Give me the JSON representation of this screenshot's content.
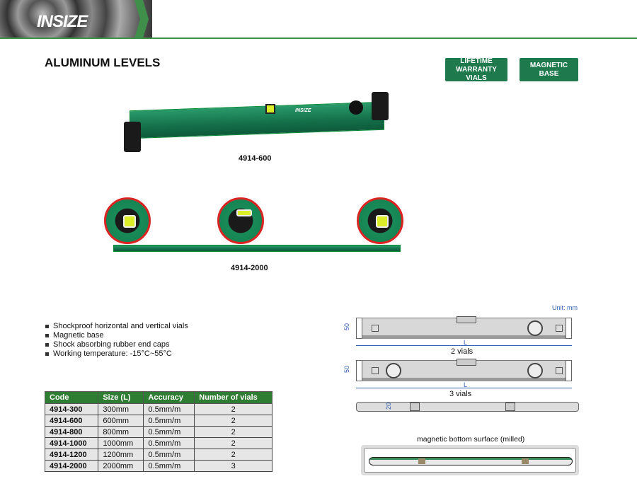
{
  "header": {
    "logo": "INSIZE"
  },
  "title": "ALUMINUM LEVELS",
  "badges": [
    {
      "label": "LIFETIME WARRANTY VIALS"
    },
    {
      "label": "MAGNETIC BASE"
    }
  ],
  "images": {
    "model_a": "4914-600",
    "model_b": "4914-2000"
  },
  "features": [
    "Shockproof horizontal and vertical vials",
    "Magnetic base",
    "Shock absorbing rubber end caps",
    "Working temperature: -15°C~55°C"
  ],
  "table": {
    "headers": [
      "Code",
      "Size (L)",
      "Accuracy",
      "Number of vials"
    ],
    "rows": [
      [
        "4914-300",
        "300mm",
        "0.5mm/m",
        "2"
      ],
      [
        "4914-600",
        "600mm",
        "0.5mm/m",
        "2"
      ],
      [
        "4914-800",
        "800mm",
        "0.5mm/m",
        "2"
      ],
      [
        "4914-1000",
        "1000mm",
        "0.5mm/m",
        "2"
      ],
      [
        "4914-1200",
        "1200mm",
        "0.5mm/m",
        "2"
      ],
      [
        "4914-2000",
        "2000mm",
        "0.5mm/m",
        "3"
      ]
    ]
  },
  "diagram": {
    "unit": "Unit: mm",
    "height_dim": "50",
    "length_dim": "L",
    "width_dim": "20",
    "caption_2": "2 vials",
    "caption_3": "3 vials",
    "bottom_caption": "magnetic bottom surface (milled)"
  },
  "colors": {
    "brand_green": "#1e7a4c",
    "table_header": "#2e7d32"
  }
}
